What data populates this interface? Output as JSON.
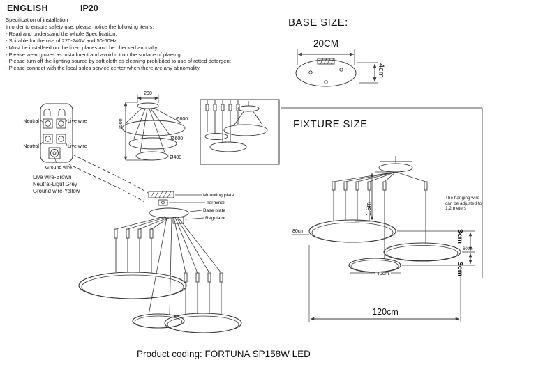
{
  "header": {
    "language": "ENGLISH",
    "ip_rating": "IP20"
  },
  "spec": {
    "title": "Specification of installation",
    "intro": "In order to ensure safety use, please notice the following items:",
    "items": [
      "- Read and understand the whole Specification.",
      "- Suitable for the use of 220-240V and 50-60Hz.",
      "- Must be installeed on the fixed places and be checked annually",
      "- Please wear gloves as installment and avoid rot on the surface of plaetng.",
      "- Please turn off the lighting source by soft cloth as cleaning prohibited to use of rotted detergent",
      "- Please connect with the local sales service center when there are any abnomality."
    ]
  },
  "wiring": {
    "neutral_top": "Neutral",
    "live_top": "Live wire",
    "neutral_bottom": "Neutral",
    "live_bottom": "Live wire",
    "ground": "Ground wire",
    "legend": [
      "Live wire-Brown",
      "Neutral-Ligut Grey",
      "Ground wire-Yellow"
    ]
  },
  "base_size": {
    "title": "BASE SIZE:",
    "diameter": "20CM",
    "height": "4cm"
  },
  "overview_drawing": {
    "canopy_width": "200",
    "drop_height": "1500",
    "ring1": "Ø800",
    "ring2": "Ø600",
    "ring3": "Ø400"
  },
  "parts": {
    "mounting_plate": "Mounting plate",
    "terminal": "Terminal",
    "base_plate": "Base plate",
    "regulator": "Regulator"
  },
  "fixture_size": {
    "title": "FIXTURE SIZE",
    "drop": "1.5m",
    "ring_large": "80cm",
    "ring_medium": "60cm",
    "ring_small": "40cm",
    "gap_top": "3cm",
    "gap_bottom": "3cm",
    "total_width": "120cm",
    "note": "The hanging wire can be adjusted to 1.2 meters"
  },
  "footer": {
    "product_coding": "Product coding: FORTUNA SP158W LED"
  }
}
